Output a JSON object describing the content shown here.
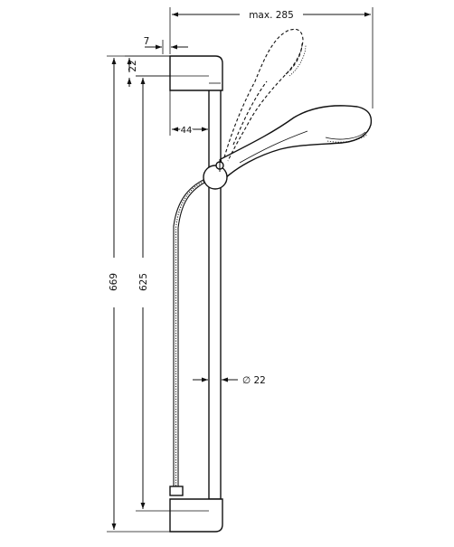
{
  "dimensions": {
    "max_reach": "max. 285",
    "top_offset": "7",
    "bracket_height": "22",
    "wall_depth": "44",
    "overall_height": "669",
    "bracket_spacing": "625",
    "bar_diameter": "∅ 22"
  }
}
